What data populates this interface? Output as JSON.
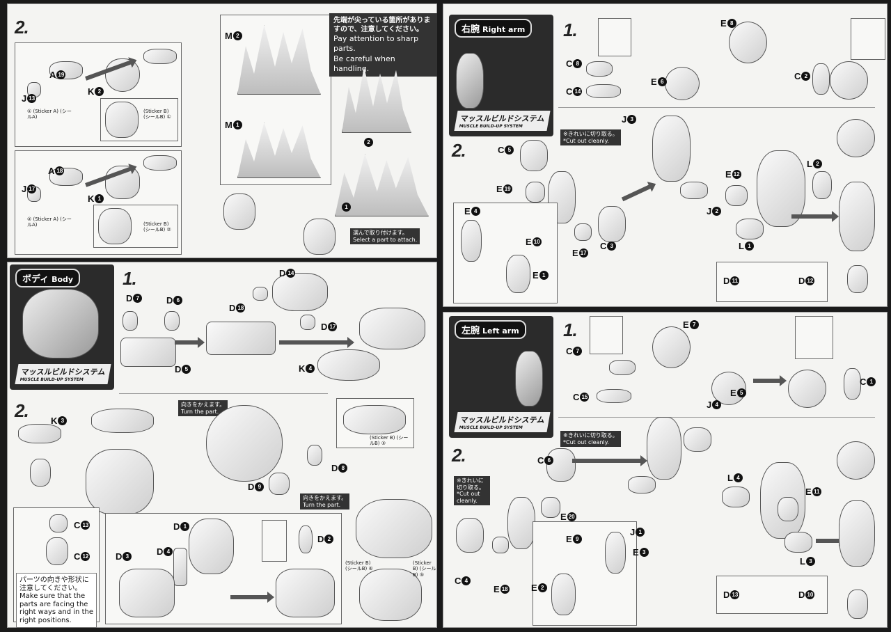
{
  "colors": {
    "panel": "#f4f4f2",
    "ink": "#111111",
    "part": "#d9d9d9",
    "note_bg": "#333333"
  },
  "head": {
    "step2": "2.",
    "labels": [
      "A19",
      "J13",
      "K2",
      "A18",
      "J17",
      "K1",
      "M2",
      "M1"
    ],
    "warning_jp": "先端が尖っている箇所がありますので、注意してください。",
    "warning_en1": "Pay attention to sharp parts.",
    "warning_en2": "Be careful when handling.",
    "sticker_a1": "① (Sticker A) (シールA)",
    "sticker_b1": "(Sticker B) (シールB) ①",
    "sticker_a2": "② (Sticker A) (シールA)",
    "sticker_b2": "(Sticker B) (シールB) ②",
    "select_jp": "選んで取り付けます。",
    "select_en": "Select a part to attach.",
    "nums": [
      "1",
      "2"
    ]
  },
  "body": {
    "title_jp": "ボディ",
    "title_en": "Body",
    "logo": "マッスルビルドシステム",
    "logo_sub": "MUSCLE BUILD-UP SYSTEM",
    "step1": "1.",
    "step2": "2.",
    "labels": [
      "D7",
      "D6",
      "D5",
      "D14",
      "D18",
      "D17",
      "K4",
      "K3",
      "C13",
      "C12",
      "D8",
      "D9",
      "D1",
      "D4",
      "D3",
      "D2"
    ],
    "turn_jp": "向きをかえます。",
    "turn_en": "Turn the part.",
    "sticker3": "(Sticker B) (シールB) ③",
    "sticker4": "(Sticker B) (シールB) ④",
    "sticker5": "(Sticker B) (シールB) ⑤",
    "note_jp": "パーツの向きや形状に注意してください。",
    "note_en": "Make sure that the parts are facing the right ways and in the right positions."
  },
  "right_arm": {
    "title_jp": "右腕",
    "title_en": "Right arm",
    "logo": "マッスルビルドシステム",
    "logo_sub": "MUSCLE BUILD-UP SYSTEM",
    "step1": "1.",
    "step2": "2.",
    "labels": [
      "C8",
      "C14",
      "E6",
      "E8",
      "C2",
      "C5",
      "E19",
      "E4",
      "E10",
      "E1",
      "E17",
      "C3",
      "J3",
      "J2",
      "E12",
      "L2",
      "L1",
      "D11",
      "D12"
    ],
    "cut_jp": "※きれいに切り取る。",
    "cut_en": "*Cut out cleanly."
  },
  "left_arm": {
    "title_jp": "左腕",
    "title_en": "Left arm",
    "logo": "マッスルビルドシステム",
    "logo_sub": "MUSCLE BUILD-UP SYSTEM",
    "step1": "1.",
    "step2": "2.",
    "labels": [
      "C7",
      "C15",
      "E7",
      "E5",
      "C1",
      "C6",
      "C4",
      "E18",
      "E20",
      "E9",
      "E3",
      "E2",
      "J4",
      "J1",
      "L4",
      "E11",
      "L3",
      "D13",
      "D10"
    ],
    "cut_jp": "※きれいに切り取る。",
    "cut_en": "*Cut out cleanly."
  }
}
